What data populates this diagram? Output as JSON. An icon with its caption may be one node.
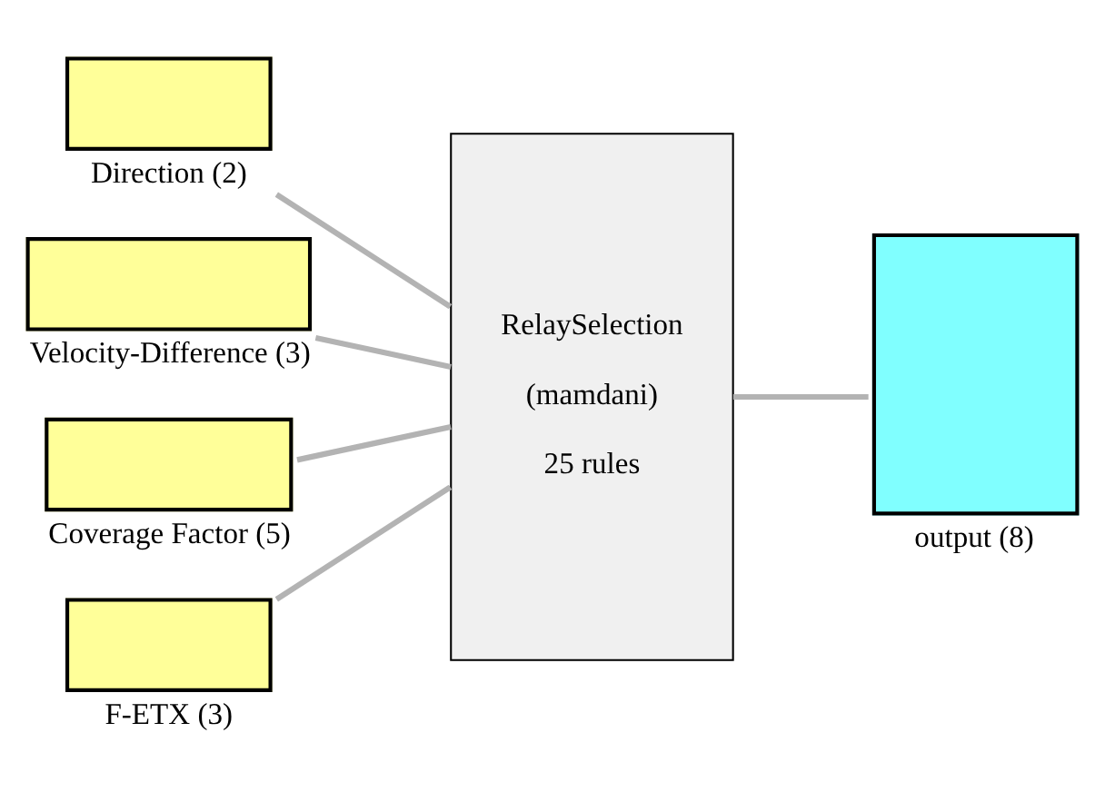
{
  "diagram": {
    "nodes": [
      {
        "text": [
          "Direction (2)"
        ]
      },
      {
        "text": [
          "Velocity-Difference (3)"
        ]
      },
      {
        "text": [
          "Coverage Factor (5)"
        ]
      },
      {
        "text": [
          "F-ETX (3)"
        ]
      },
      {
        "text": [
          "RelaySelection",
          "(mamdani)",
          "25 rules"
        ]
      },
      {
        "text": [
          "output (8)"
        ]
      }
    ],
    "edges": [
      {
        "from": 0,
        "to": 4,
        "arrow": "none"
      },
      {
        "from": 1,
        "to": 4,
        "arrow": "none"
      },
      {
        "from": 2,
        "to": 4,
        "arrow": "none"
      },
      {
        "from": 3,
        "to": 4,
        "arrow": "none"
      },
      {
        "from": 4,
        "to": 5,
        "arrow": "none"
      }
    ]
  }
}
